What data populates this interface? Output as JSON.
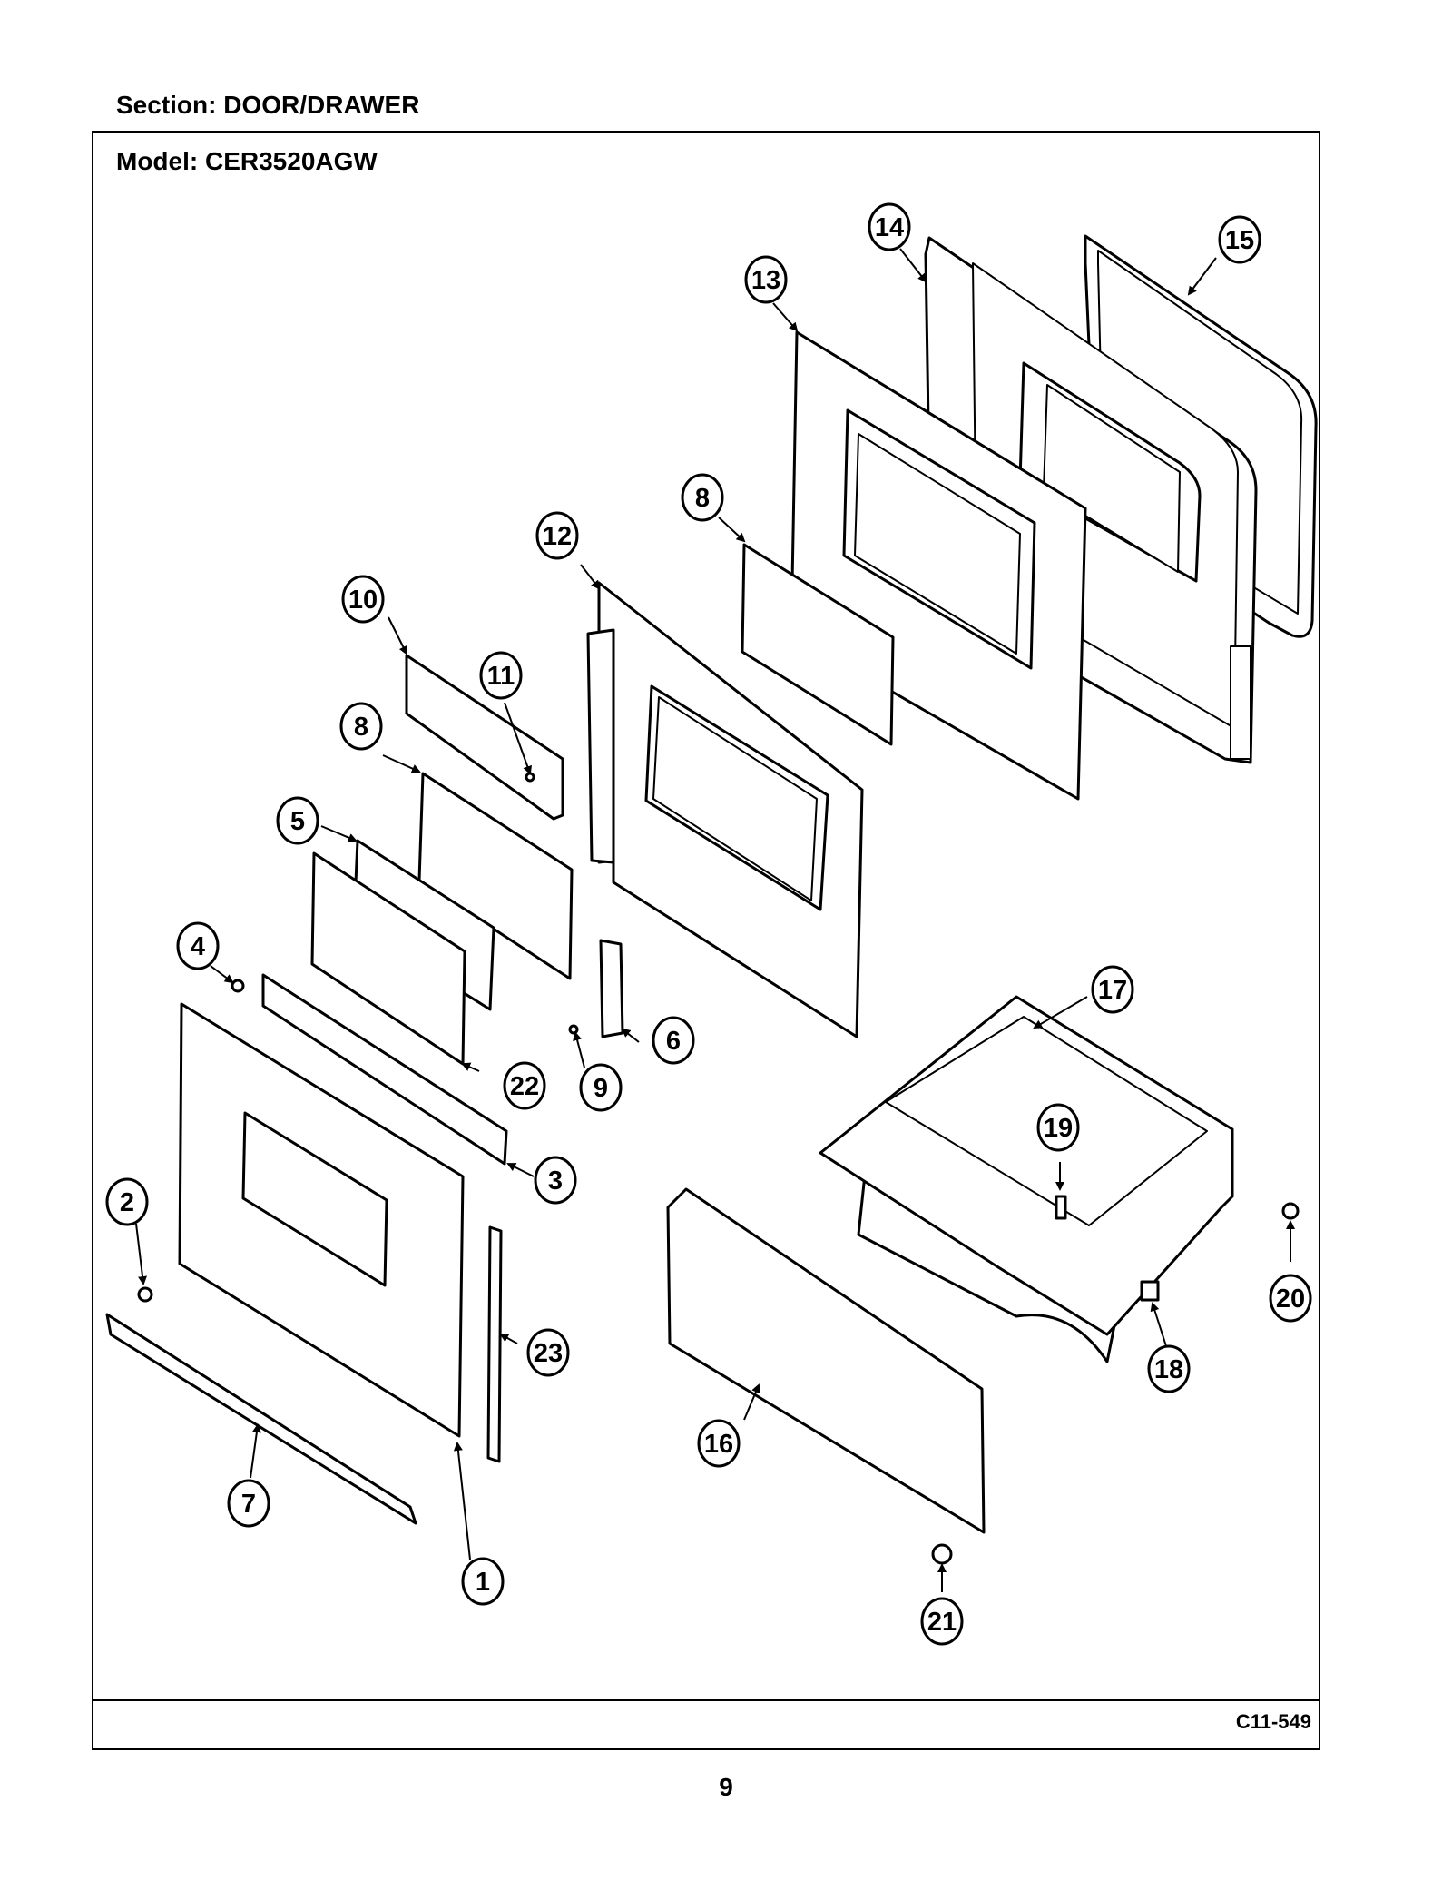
{
  "header": {
    "section": "Section:  DOOR/DRAWER",
    "model": "Model:  CER3520AGW"
  },
  "footer": {
    "diagram_code": "C11-549",
    "page_number": "9"
  },
  "callouts": [
    {
      "id": "1",
      "label": "1"
    },
    {
      "id": "2",
      "label": "2"
    },
    {
      "id": "3",
      "label": "3"
    },
    {
      "id": "4",
      "label": "4"
    },
    {
      "id": "5",
      "label": "5"
    },
    {
      "id": "6",
      "label": "6"
    },
    {
      "id": "7",
      "label": "7"
    },
    {
      "id": "8a",
      "label": "8"
    },
    {
      "id": "8b",
      "label": "8"
    },
    {
      "id": "9",
      "label": "9"
    },
    {
      "id": "10",
      "label": "10"
    },
    {
      "id": "11",
      "label": "11"
    },
    {
      "id": "12",
      "label": "12"
    },
    {
      "id": "13",
      "label": "13"
    },
    {
      "id": "14",
      "label": "14"
    },
    {
      "id": "15",
      "label": "15"
    },
    {
      "id": "16",
      "label": "16"
    },
    {
      "id": "17",
      "label": "17"
    },
    {
      "id": "18",
      "label": "18"
    },
    {
      "id": "19",
      "label": "19"
    },
    {
      "id": "20",
      "label": "20"
    },
    {
      "id": "21",
      "label": "21"
    },
    {
      "id": "22",
      "label": "22"
    },
    {
      "id": "23",
      "label": "23"
    }
  ]
}
